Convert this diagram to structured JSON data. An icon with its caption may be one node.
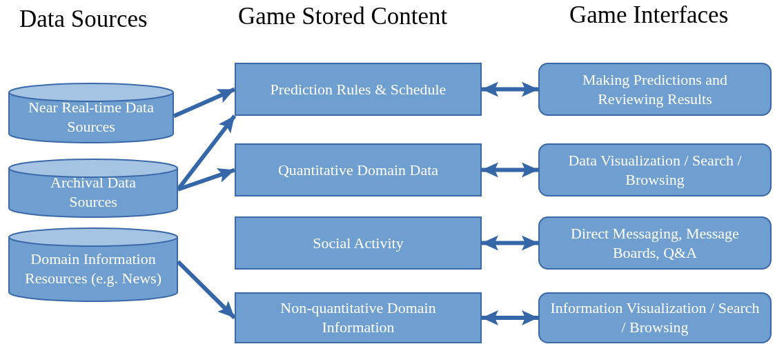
{
  "diagram": {
    "nodes": [
      {
        "text": [
          "Near Real-time Data Sources"
        ]
      },
      {
        "text": [
          "Archival Data Sources"
        ]
      },
      {
        "text": [
          "Domain Information Resources (e.g. News)"
        ]
      },
      {
        "text": [
          "Prediction Rules & Schedule"
        ]
      },
      {
        "text": [
          "Quantitative Domain Data"
        ]
      },
      {
        "text": [
          "Social Activity"
        ]
      },
      {
        "text": [
          "Non-quantitative Domain Information"
        ]
      },
      {
        "text": [
          "Making Predictions and Reviewing Results"
        ]
      },
      {
        "text": [
          "Data Visualization / Search / Browsing"
        ]
      },
      {
        "text": [
          "Direct Messaging, Message Boards, Q&A"
        ]
      },
      {
        "text": [
          "Information Visualization / Search / Browsing"
        ]
      }
    ],
    "edges": [
      {
        "from": 0,
        "to": 3,
        "arrow": "to"
      },
      {
        "from": 1,
        "to": 3,
        "arrow": "to"
      },
      {
        "from": 1,
        "to": 4,
        "arrow": "to"
      },
      {
        "from": 2,
        "to": 6,
        "arrow": "to"
      },
      {
        "from": 3,
        "to": 7,
        "arrow": "both"
      },
      {
        "from": 4,
        "to": 8,
        "arrow": "both"
      },
      {
        "from": 5,
        "to": 9,
        "arrow": "both"
      },
      {
        "from": 6,
        "to": 10,
        "arrow": "both"
      }
    ],
    "labels": [
      "Data Sources",
      "Game Stored Content",
      "Game Interfaces"
    ]
  }
}
